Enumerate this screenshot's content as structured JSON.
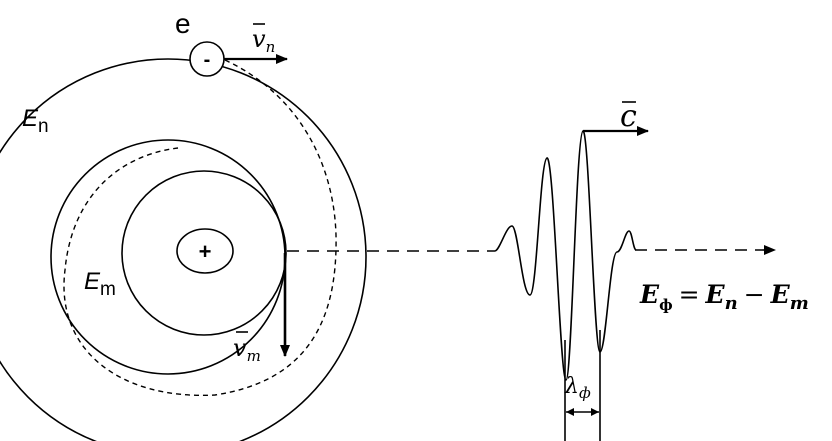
{
  "labels": {
    "electron": "e",
    "electron_charge": "-",
    "nucleus_charge": "+",
    "outer_level": "E",
    "outer_level_sub": "n",
    "inner_level": "E",
    "inner_level_sub": "m",
    "velocity_n": "v",
    "velocity_n_sub": "n",
    "velocity_m": "v",
    "velocity_m_sub": "m",
    "light_speed": "c",
    "wavelength": "λ",
    "wavelength_sub": "ф"
  },
  "photon_energy": {
    "lhs": "E",
    "lhs_sub": "ф",
    "equals": "=",
    "term1": "E",
    "term1_sub": "n",
    "minus": "−",
    "term2": "E",
    "term2_sub": "m"
  },
  "colors": {
    "stroke": "#000000",
    "background": "#ffffff"
  }
}
